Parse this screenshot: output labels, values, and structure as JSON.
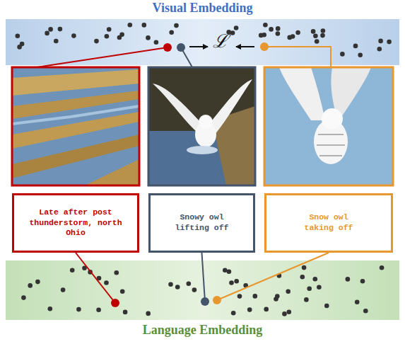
{
  "diagram": {
    "nodes": [
      {
        "text": [
          "Visual Embedding",
          "ℒ"
        ]
      },
      {
        "text": [
          "Late after post thunderstorm, north Ohio"
        ]
      },
      {
        "text": [
          "Snowy owl lifting off"
        ]
      },
      {
        "text": [
          "Snow owl taking off"
        ]
      },
      {
        "text": [
          "Language Embedding"
        ]
      }
    ],
    "edges": [
      {
        "from": 1,
        "to": 4,
        "arrow": "none"
      },
      {
        "from": 2,
        "to": 4,
        "arrow": "none"
      },
      {
        "from": 3,
        "to": 4,
        "arrow": "none"
      }
    ]
  }
}
